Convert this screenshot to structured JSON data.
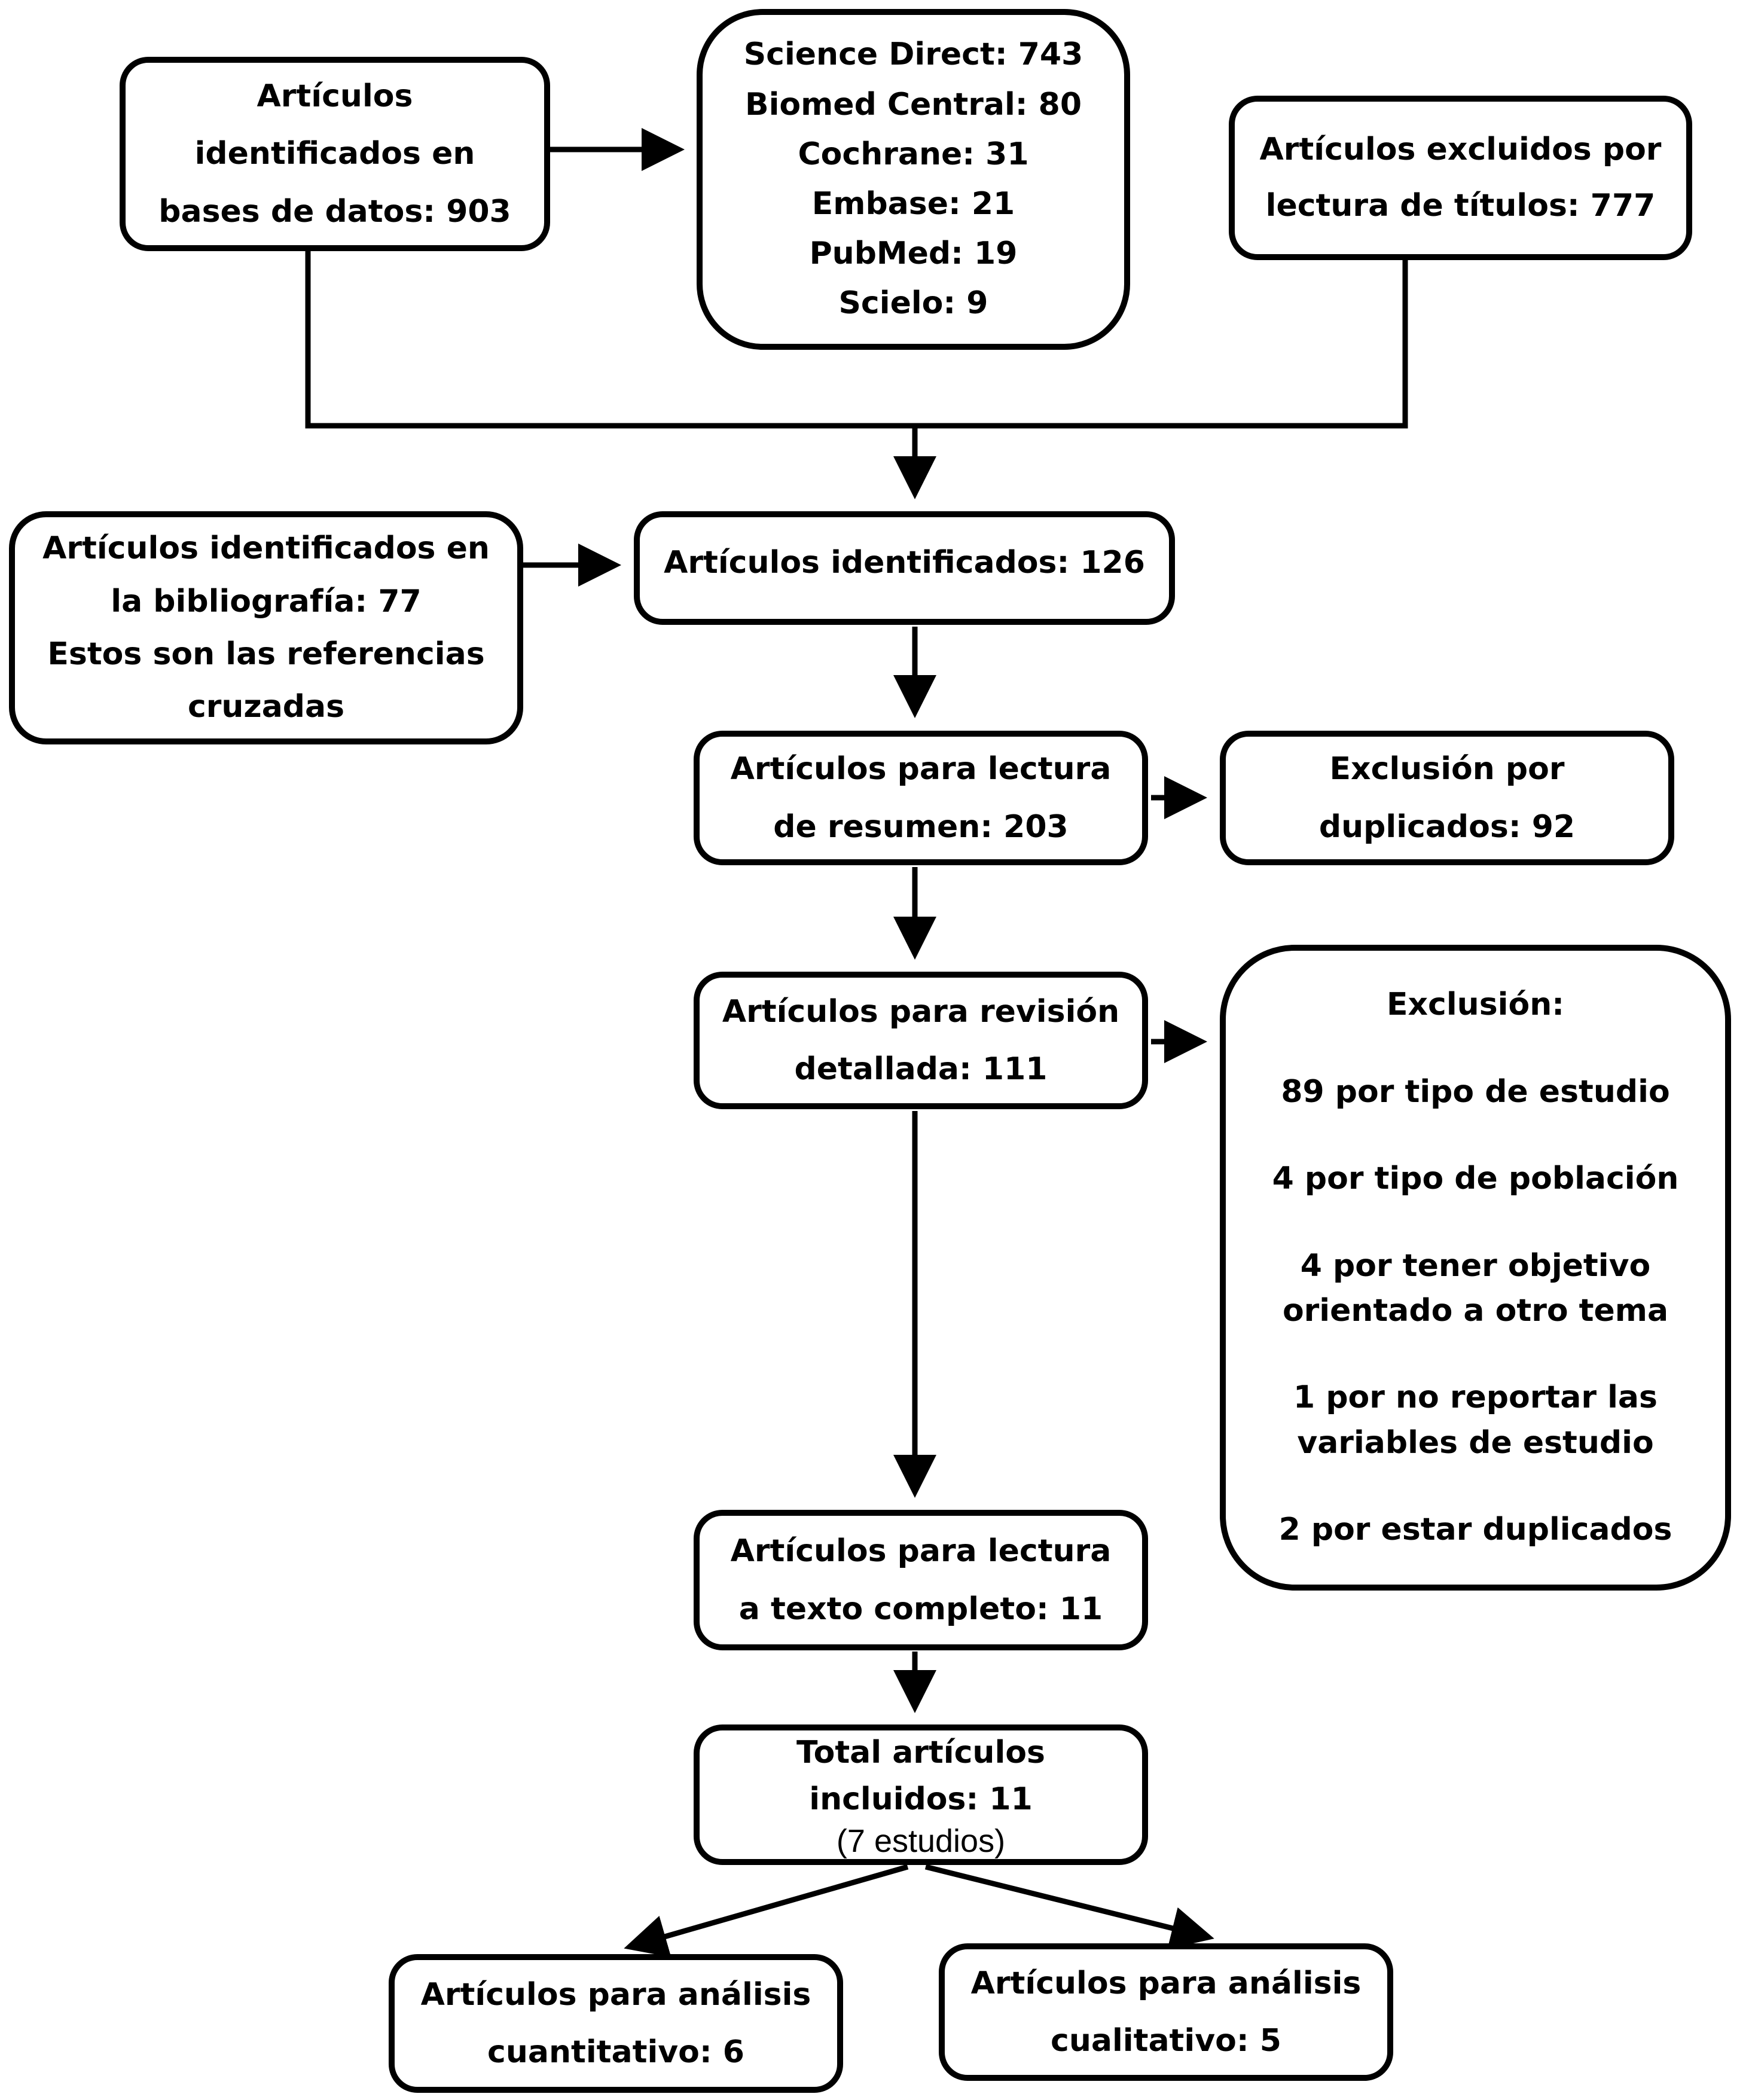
{
  "boxes": {
    "db_identified": {
      "text": "Artículos\nidentificados en\nbases de datos: 903"
    },
    "sources": {
      "text": "Science Direct: 743\nBiomed Central: 80\nCochrane: 31\nEmbase: 21\nPubMed: 19\nScielo: 9"
    },
    "excluded_titles": {
      "text": "Artículos excluidos por\nlectura de títulos: 777"
    },
    "bibliography": {
      "text": "Artículos identificados en\nla bibliografía: 77\nEstos son las referencias\ncruzadas"
    },
    "identified": {
      "text": "Artículos identificados: 126"
    },
    "abstract_reading": {
      "text": "Artículos para lectura\nde resumen: 203"
    },
    "duplicates_excluded": {
      "text": "Exclusión por\nduplicados: 92"
    },
    "detailed_review": {
      "text": "Artículos para revisión\ndetallada: 111"
    },
    "exclusion": {
      "title": "Exclusión:",
      "reasons": [
        "89 por tipo de estudio",
        "4 por tipo de población",
        "4 por tener objetivo\norientado a otro tema",
        "1 por no reportar las\nvariables de estudio",
        "2 por estar duplicados"
      ]
    },
    "fulltext_reading": {
      "text": "Artículos para lectura\na texto completo: 11"
    },
    "total_included": {
      "text": "Total artículos\nincluidos: 11",
      "note": "(7 estudios)"
    },
    "quantitative": {
      "text": "Artículos para análisis\ncuantitativo: 6"
    },
    "qualitative": {
      "text": "Artículos para análisis\ncualitativo: 5"
    }
  },
  "colors": {
    "ink": "#000000",
    "paper": "#ffffff"
  }
}
